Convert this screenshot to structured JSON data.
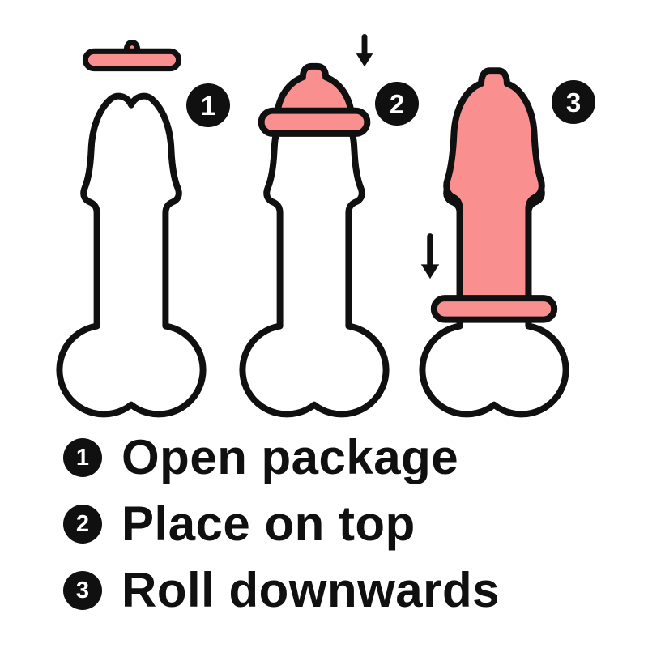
{
  "colors": {
    "outline": "#101010",
    "skin_white": "#ffffff",
    "condom_pink": "#f98f8f",
    "badge_bg": "#101010",
    "badge_fg": "#ffffff",
    "background": "#ffffff"
  },
  "steps": [
    {
      "number": "1",
      "label": "Open package"
    },
    {
      "number": "2",
      "label": "Place on top"
    },
    {
      "number": "3",
      "label": "Roll downwards"
    }
  ]
}
